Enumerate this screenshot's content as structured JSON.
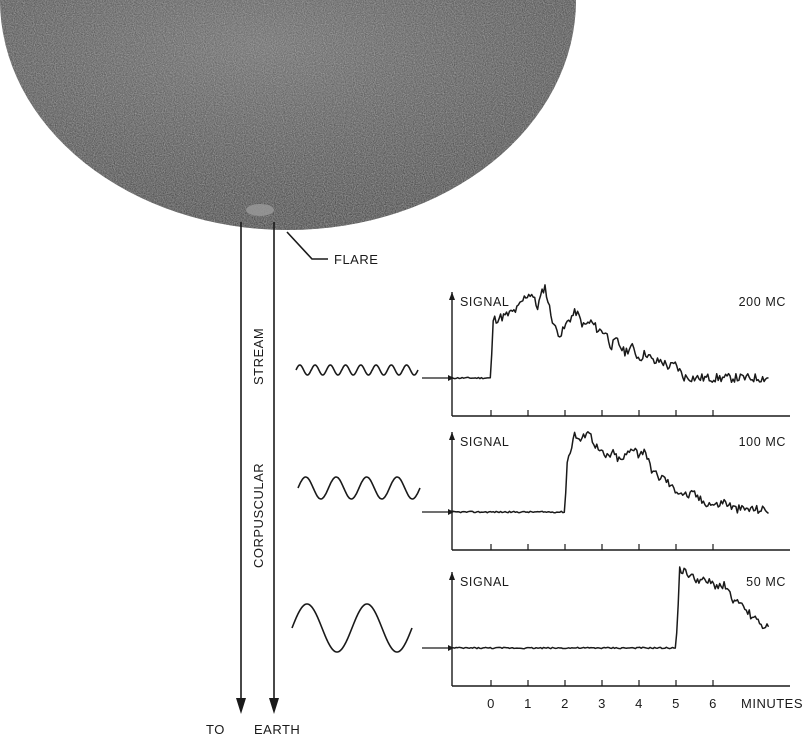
{
  "labels": {
    "flare": "FLARE",
    "stream_word1": "CORPUSCULAR",
    "stream_word2": "STREAM",
    "to": "TO",
    "earth": "EARTH"
  },
  "colors": {
    "ink": "#1a1a1a",
    "sun_dark": "#2e2e2e",
    "sun_light": "#7a7a7a",
    "paper": "#ffffff"
  },
  "panels": [
    {
      "signal_label": "SIGNAL",
      "frequency": "200 MC",
      "wave_cycles": 8,
      "onset_min": 0.0,
      "chart_data": {
        "type": "line",
        "x_unit": "minutes",
        "description_points": [
          [
            -1.1,
            0.05
          ],
          [
            0.0,
            0.05
          ],
          [
            0.05,
            0.62
          ],
          [
            0.4,
            0.66
          ],
          [
            0.7,
            0.72
          ],
          [
            0.95,
            0.86
          ],
          [
            1.1,
            0.88
          ],
          [
            1.25,
            0.74
          ],
          [
            1.45,
            0.96
          ],
          [
            1.6,
            0.7
          ],
          [
            1.75,
            0.52
          ],
          [
            1.9,
            0.48
          ],
          [
            2.1,
            0.62
          ],
          [
            2.3,
            0.7
          ],
          [
            2.5,
            0.56
          ],
          [
            2.7,
            0.6
          ],
          [
            2.9,
            0.52
          ],
          [
            3.1,
            0.5
          ],
          [
            3.25,
            0.36
          ],
          [
            3.4,
            0.42
          ],
          [
            3.6,
            0.3
          ],
          [
            3.8,
            0.36
          ],
          [
            4.0,
            0.24
          ],
          [
            4.2,
            0.3
          ],
          [
            4.4,
            0.2
          ],
          [
            4.6,
            0.22
          ],
          [
            4.8,
            0.16
          ],
          [
            5.0,
            0.18
          ],
          [
            5.2,
            0.06
          ],
          [
            5.5,
            0.05
          ],
          [
            7.5,
            0.05
          ]
        ]
      }
    },
    {
      "signal_label": "SIGNAL",
      "frequency": "100 MC",
      "wave_cycles": 4,
      "onset_min": 2.0,
      "chart_data": {
        "type": "line",
        "x_unit": "minutes",
        "description_points": [
          [
            -1.1,
            0.05
          ],
          [
            2.0,
            0.05
          ],
          [
            2.05,
            0.55
          ],
          [
            2.25,
            0.86
          ],
          [
            2.45,
            0.78
          ],
          [
            2.6,
            0.92
          ],
          [
            2.75,
            0.8
          ],
          [
            2.9,
            0.7
          ],
          [
            3.1,
            0.62
          ],
          [
            3.3,
            0.66
          ],
          [
            3.5,
            0.58
          ],
          [
            3.7,
            0.66
          ],
          [
            3.9,
            0.74
          ],
          [
            4.0,
            0.62
          ],
          [
            4.15,
            0.72
          ],
          [
            4.3,
            0.52
          ],
          [
            4.5,
            0.42
          ],
          [
            4.7,
            0.4
          ],
          [
            4.9,
            0.3
          ],
          [
            5.1,
            0.26
          ],
          [
            5.3,
            0.22
          ],
          [
            5.5,
            0.24
          ],
          [
            5.7,
            0.16
          ],
          [
            5.9,
            0.14
          ],
          [
            6.1,
            0.12
          ],
          [
            6.3,
            0.16
          ],
          [
            6.6,
            0.08
          ],
          [
            7.0,
            0.08
          ],
          [
            7.5,
            0.07
          ]
        ]
      }
    },
    {
      "signal_label": "SIGNAL",
      "frequency": "50 MC",
      "wave_cycles": 2,
      "onset_min": 5.0,
      "chart_data": {
        "type": "line",
        "x_unit": "minutes",
        "description_points": [
          [
            -1.1,
            0.05
          ],
          [
            5.0,
            0.05
          ],
          [
            5.1,
            0.9
          ],
          [
            5.3,
            0.86
          ],
          [
            5.5,
            0.8
          ],
          [
            5.7,
            0.78
          ],
          [
            5.9,
            0.76
          ],
          [
            6.1,
            0.72
          ],
          [
            6.3,
            0.74
          ],
          [
            6.5,
            0.6
          ],
          [
            6.7,
            0.52
          ],
          [
            6.9,
            0.46
          ],
          [
            7.1,
            0.38
          ],
          [
            7.3,
            0.3
          ],
          [
            7.5,
            0.26
          ]
        ]
      }
    }
  ],
  "x_axis": {
    "ticks": [
      "0",
      "1",
      "2",
      "3",
      "4",
      "5",
      "6"
    ],
    "unit": "MINUTES"
  }
}
